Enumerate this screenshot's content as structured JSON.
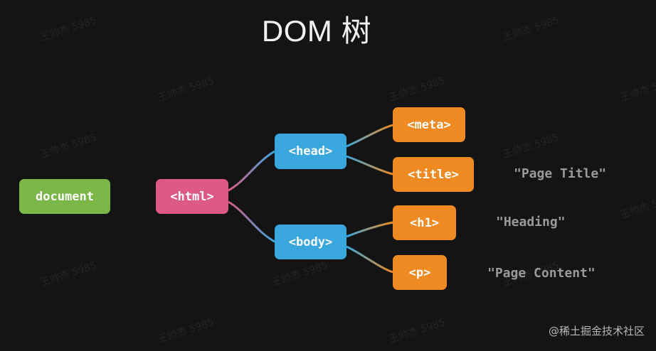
{
  "title": "DOM 树",
  "nodes": {
    "document": "document",
    "html": "<html>",
    "head": "<head>",
    "body": "<body>",
    "meta": "<meta>",
    "title_tag": "<title>",
    "h1": "<h1>",
    "p": "<p>"
  },
  "text_nodes": {
    "page_title": "\"Page Title\"",
    "heading": "\"Heading\"",
    "page_content": "\"Page Content\""
  },
  "watermark": "王帅杰 5985",
  "credit": "@稀土掘金技术社区",
  "colors": {
    "background": "#141414",
    "document": "#7ab648",
    "html": "#dc5a85",
    "head_body": "#39a6dd",
    "leaf": "#ef8a22",
    "text_node": "#9a9a9a"
  }
}
